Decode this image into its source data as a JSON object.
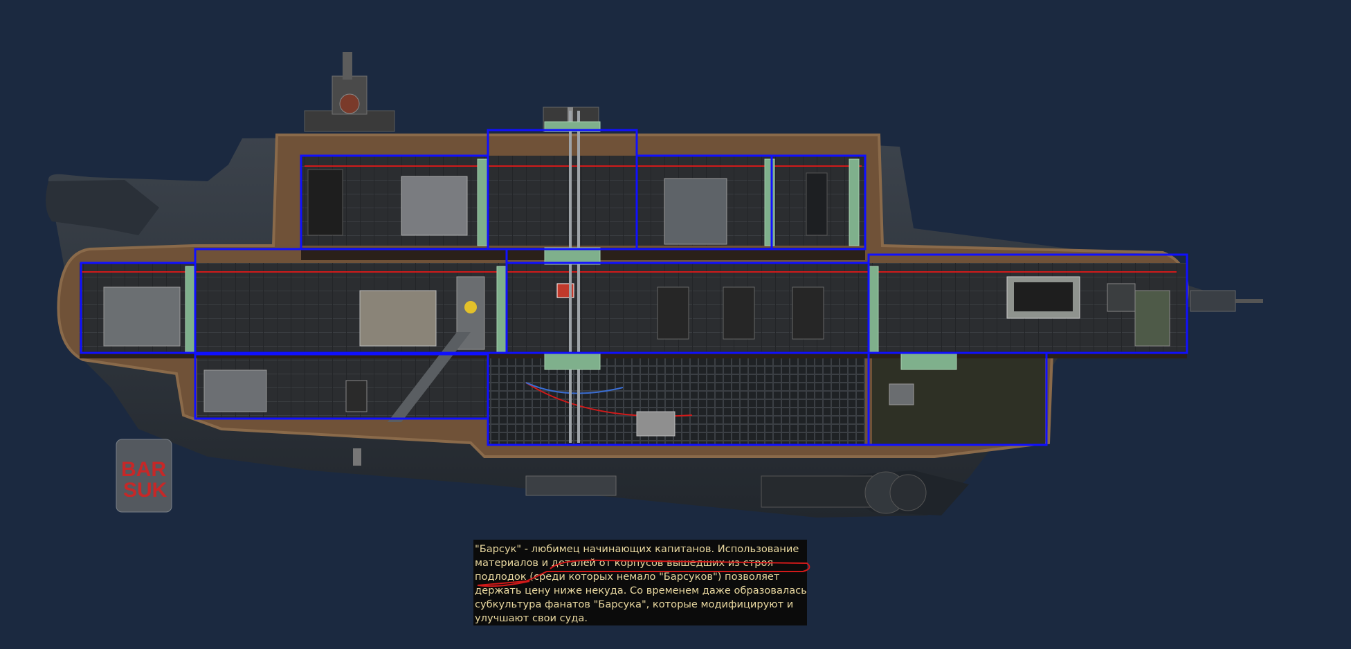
{
  "submarine": {
    "name_plate_line1": "BAR",
    "name_plate_line2": "SUK",
    "name_plate_color": "#c62828",
    "hull_color": "#6e4f36",
    "outer_hull_color": "#2d333b",
    "room_outline_color": "#1010ff",
    "hatch_color": "#7fb08c",
    "wire_color": "#d21a1a",
    "icons": [
      "turret-icon",
      "reactor-icon",
      "radiation-hazard-icon",
      "biohazard-icon",
      "exit-sign-icon",
      "fan-icon",
      "locker-icon",
      "junction-box-icon",
      "ladder-icon",
      "sonar-monitor-icon",
      "fabricator-icon",
      "engine-icon",
      "pump-icon",
      "battery-icon"
    ]
  },
  "description": {
    "text": "\"Барсук\" - любимец начинающих капитанов. Использование материалов и деталей от корпусов вышедших из строя подлодок (среди которых немало \"Барсуков\") позволяет держать цену ниже некуда. Со временем даже образовалась субкультура фанатов \"Барсука\", которые модифицируют и улучшают свои суда.",
    "annotation_color": "#d21a1a"
  }
}
